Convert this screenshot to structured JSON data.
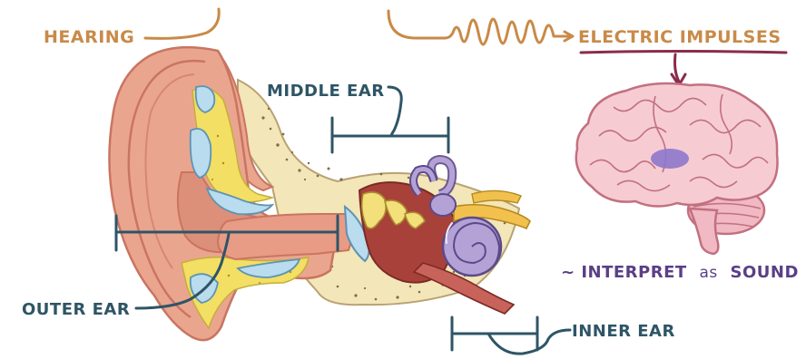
{
  "labels": {
    "hearing": "HEARING",
    "middle_ear": "MIDDLE EAR",
    "electric_impulses": "ELECTRIC IMPULSES",
    "interpret_prefix": "~ INTERPRET",
    "interpret_as": "as",
    "interpret_sound": "SOUND",
    "outer_ear": "OUTER EAR",
    "inner_ear": "INNER EAR"
  },
  "colors": {
    "hearing_text": "#c98a48",
    "ear_labels": "#2e5566",
    "impulses_text": "#c98a48",
    "impulses_underline": "#8a2c4a",
    "interpret_text": "#5a3f86",
    "skin": "#eaa58f",
    "skin_dark": "#c97561",
    "bone": "#f3e6b8",
    "cartilage": "#f2df63",
    "fluid": "#b9dcee",
    "cochlea": "#b4a2d6",
    "brain": "#f6ccd2",
    "brain_outline": "#c2707f",
    "brain_spot": "#8e78cc"
  }
}
